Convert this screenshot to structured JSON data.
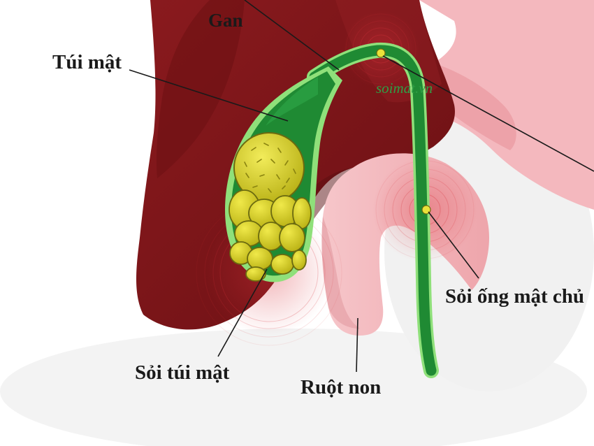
{
  "labels": {
    "liver": "Gan",
    "gallbladder": "Túi mật",
    "gallbladder_stones": "Sỏi túi mật",
    "small_intestine": "Ruột non",
    "common_bile_duct_stone": "Sỏi ống mật chủ"
  },
  "watermark": "soimat.vn",
  "colors": {
    "liver": "#7d1418",
    "liver_dark": "#5a0d10",
    "gallbladder_fill": "#1f8a33",
    "gallbladder_outline": "#8fe07a",
    "stone": "#d9d21e",
    "stone_outline": "#6b6a10",
    "intestine": "#f3b5ba",
    "pain_ring": "#d9333c",
    "watermark": "#2f9e45"
  }
}
